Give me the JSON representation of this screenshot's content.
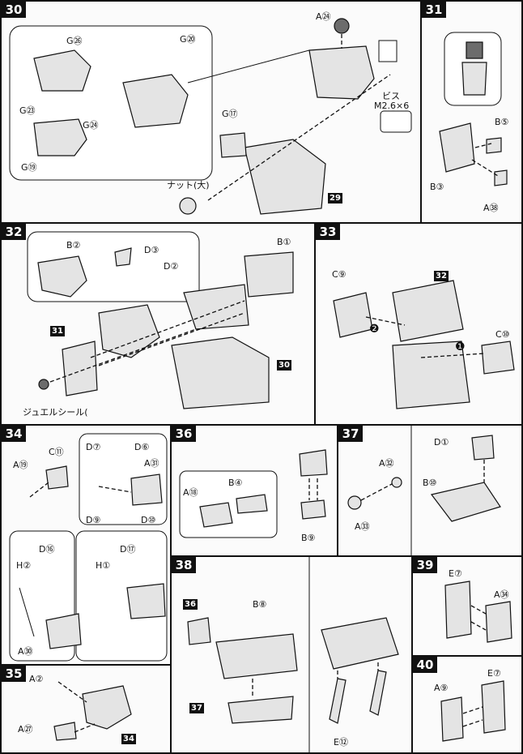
{
  "steps": {
    "s30": {
      "number": "30",
      "labels": [
        "A㉔",
        "G㉖",
        "G⑳",
        "G㉓",
        "G㉔",
        "G⑲",
        "G⑰"
      ],
      "screw_label": "ビス",
      "screw_size": "M2.6×6",
      "nut_label": "ナット(大)",
      "ref": "29"
    },
    "s31": {
      "number": "31",
      "labels": [
        "B⑤",
        "B③",
        "A㊳"
      ]
    },
    "s32": {
      "number": "32",
      "labels": [
        "B②",
        "D③",
        "D②",
        "B①"
      ],
      "ref_a": "31",
      "ref_b": "30",
      "sticker": "ジュエルシール("
    },
    "s33": {
      "number": "33",
      "labels": [
        "C⑨",
        "C⑩"
      ],
      "ref": "32",
      "order": [
        "❷",
        "❶"
      ]
    },
    "s34": {
      "number": "34",
      "labels": [
        "A⑲",
        "C⑪",
        "D⑦",
        "D⑥",
        "A㉛",
        "D⑨",
        "D⑩",
        "D⑯",
        "D⑰",
        "H②",
        "H①",
        "A㉚"
      ]
    },
    "s35": {
      "number": "35",
      "labels": [
        "A②",
        "A㉗"
      ],
      "ref": "34"
    },
    "s36": {
      "number": "36",
      "labels": [
        "A⑱",
        "B④",
        "B⑨"
      ]
    },
    "s37": {
      "number": "37",
      "labels": [
        "A㉜",
        "A㉝",
        "D①",
        "B⑩"
      ]
    },
    "s38": {
      "number": "38",
      "labels": [
        "B⑧",
        "E⑫"
      ],
      "ref_a": "36",
      "ref_b": "37"
    },
    "s39": {
      "number": "39",
      "labels": [
        "E⑦",
        "A㉞"
      ]
    },
    "s40": {
      "number": "40",
      "labels": [
        "E⑦",
        "A⑨"
      ]
    }
  }
}
